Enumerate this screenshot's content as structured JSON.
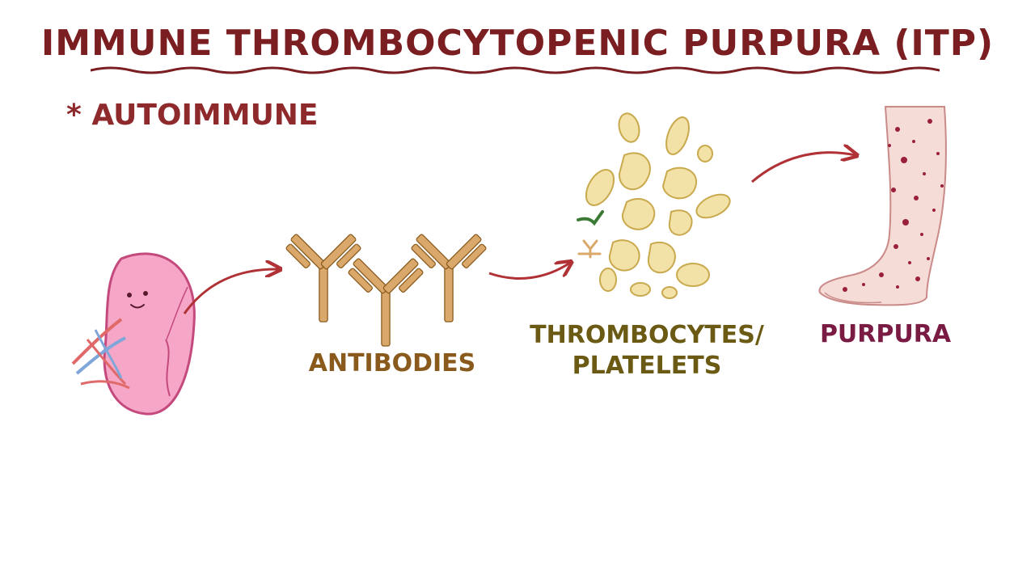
{
  "title": "IMMUNE THROMBOCYTOPENIC PURPURA (ITP)",
  "bullet": {
    "marker": "*",
    "text": "AUTOIMMUNE"
  },
  "labels": {
    "antibodies": "ANTIBODIES",
    "platelets_line1": "THROMBOCYTES/",
    "platelets_line2": "PLATELETS",
    "purpura": "PURPURA"
  },
  "colors": {
    "title": "#7a1e22",
    "antibody": "#d9a86a",
    "platelet": "#f2e2a8",
    "spleen": "#f6a6c6",
    "arrow": "#b03236",
    "skin": "#f5dcd6",
    "spots": "#9a1f3a"
  }
}
